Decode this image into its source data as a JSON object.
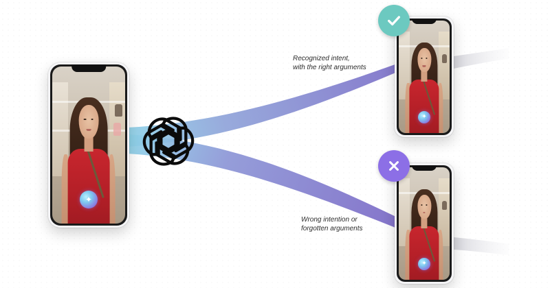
{
  "diagram": {
    "nodes": {
      "source_phone": {
        "role": "user recording"
      },
      "model_icon": {
        "icon": "openai-logo-icon"
      },
      "success_phone": {
        "role": "success output"
      },
      "failure_phone": {
        "role": "failure output"
      }
    },
    "outcomes": {
      "success": {
        "line1": "Recognized intent,",
        "line2": "with the right arguments",
        "badge_icon": "check-icon",
        "badge_color": "#6cc9c0"
      },
      "failure": {
        "line1": "Wrong intention or",
        "line2": "forgotten arguments",
        "badge_icon": "x-icon",
        "badge_color": "#8c6fe6"
      }
    },
    "colors": {
      "flow_start": "#8fd4ea",
      "flow_mid": "#8a86cf",
      "flow_end": "#7c6fc8",
      "trail": "#e6e6ea",
      "top_red": "#c8262e"
    }
  }
}
